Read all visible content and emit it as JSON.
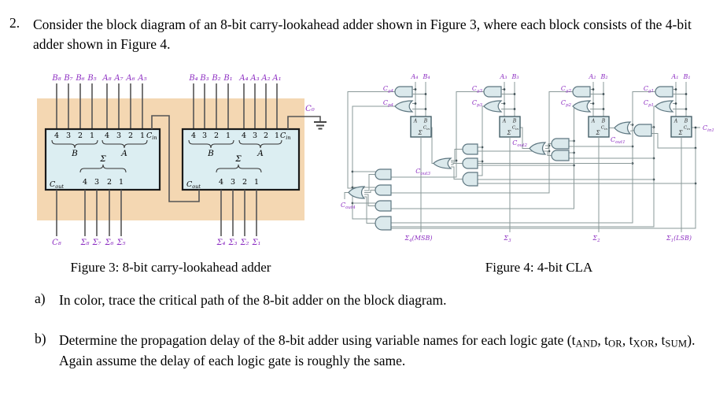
{
  "problem": {
    "number": "2.",
    "text": "Consider the block diagram of an 8-bit carry-lookahead adder shown in Figure 3, where each block consists of the 4-bit adder shown in Figure 4."
  },
  "captions": {
    "fig3": "Figure 3: 8-bit carry-lookahead adder",
    "fig4": "Figure 4: 4-bit CLA"
  },
  "questions": {
    "a": {
      "marker": "a)",
      "text": "In color, trace the critical path of the 8-bit adder on the block diagram."
    },
    "b": {
      "marker": "b)",
      "segments": [
        {
          "t": "Determine the propagation delay of the 8-bit adder using variable names for each logic gate (t"
        },
        {
          "s": "AND"
        },
        {
          "t": ", t"
        },
        {
          "s": "OR"
        },
        {
          "t": ", t"
        },
        {
          "s": "XOR"
        },
        {
          "t": ", t"
        },
        {
          "s": "SUM"
        },
        {
          "t": "). Again assume the delay of each logic gate is roughly the same."
        }
      ]
    }
  },
  "fig3": {
    "inputs_left": [
      "B₈",
      "B₇",
      "B₆",
      "B₅",
      "A₈",
      "A₇",
      "A₆",
      "A₅"
    ],
    "inputs_right": [
      "B₄",
      "B₃",
      "B₂",
      "B₁",
      "A₄",
      "A₃",
      "A₂",
      "A₁"
    ],
    "pin_numbers": [
      "4",
      "3",
      "2",
      "1"
    ],
    "group_b": "B",
    "group_a": "A",
    "sigma": "Σ",
    "cin": {
      "t": "C",
      "s": "in"
    },
    "cout": {
      "t": "C",
      "s": "out"
    },
    "c0": "C₀",
    "c8": "C₈",
    "outputs_left": [
      "Σ₈",
      "Σ₇",
      "Σ₆",
      "Σ₅"
    ],
    "outputs_right": [
      "Σ₄",
      "Σ₃",
      "Σ₂",
      "Σ₁"
    ]
  },
  "fig4": {
    "slices": [
      {
        "a": "A₄",
        "b": "B₄",
        "cg": {
          "t": "C",
          "s": "g4"
        },
        "cp": {
          "t": "C",
          "s": "p4"
        },
        "out": {
          "t": "Σ",
          "s": "4",
          "a": "(MSB)"
        }
      },
      {
        "a": "A₃",
        "b": "B₃",
        "cg": {
          "t": "C",
          "s": "g3"
        },
        "cp": {
          "t": "C",
          "s": "p3"
        },
        "out": {
          "t": "Σ",
          "s": "3"
        }
      },
      {
        "a": "A₂",
        "b": "B₂",
        "cg": {
          "t": "C",
          "s": "g2"
        },
        "cp": {
          "t": "C",
          "s": "p2"
        },
        "out": {
          "t": "Σ",
          "s": "2"
        }
      },
      {
        "a": "A₁",
        "b": "B₁",
        "cg": {
          "t": "C",
          "s": "g1"
        },
        "cp": {
          "t": "C",
          "s": "p1"
        },
        "out": {
          "t": "Σ",
          "s": "1",
          "a": "(LSB)"
        }
      }
    ],
    "couts": [
      {
        "t": "C",
        "s": "out1"
      },
      {
        "t": "C",
        "s": "out2"
      },
      {
        "t": "C",
        "s": "out3"
      },
      {
        "t": "C",
        "s": "out4"
      }
    ],
    "cin1": {
      "t": "C",
      "s": "in1"
    },
    "sum_block": {
      "a": "A",
      "b": "B",
      "cin": {
        "t": "C",
        "s": "in"
      },
      "sum": "Σ"
    }
  },
  "colors": {
    "band": "#f4d7b2",
    "block_fill": "#dceef2",
    "gate_fill": "#dbe9ec",
    "wire_dark": "#555555",
    "wire_gray": "#8a9898",
    "label_purple": "#8d2fc2",
    "border_dark": "#1a1a1a",
    "gate_stroke": "#5d7680",
    "sum_stroke": "#47606a",
    "dot": "#3c4c52"
  }
}
